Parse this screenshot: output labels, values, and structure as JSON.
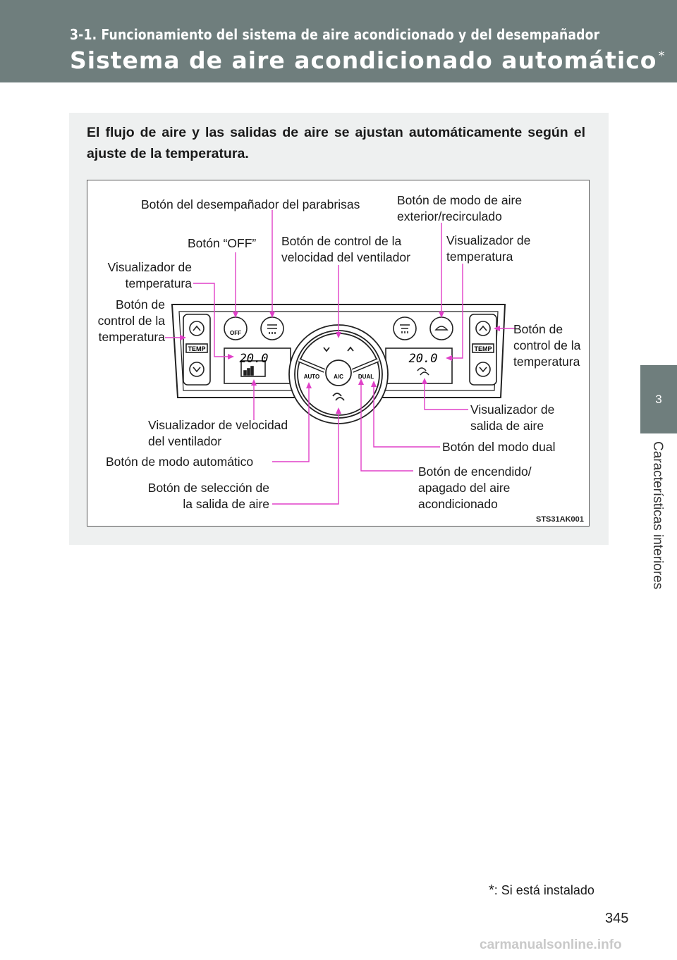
{
  "header": {
    "section": "3-1. Funcionamiento del sistema de aire acondicionado y del desempañador",
    "title": "Sistema de aire acondicionado automático",
    "title_mark": "*"
  },
  "side": {
    "chapter_number": "3",
    "chapter_label": "Características interiores"
  },
  "intro": {
    "text": "El flujo de aire y las salidas de aire se ajustan automáticamente según el ajuste de la temperatura."
  },
  "figure": {
    "code": "STS31AK001",
    "labels": {
      "defroster": "Botón del desempañador del parabrisas",
      "recirc_1": "Botón de modo de aire",
      "recirc_2": "exterior/recirculado",
      "off": "Botón “OFF”",
      "fan_1": "Botón de control de la",
      "fan_2": "velocidad del ventilador",
      "temp_disp_r_1": "Visualizador de",
      "temp_disp_r_2": "temperatura",
      "temp_disp_l_1": "Visualizador de",
      "temp_disp_l_2": "temperatura",
      "temp_btn_l_1": "Botón de",
      "temp_btn_l_2": "control de la",
      "temp_btn_l_3": "temperatura",
      "temp_btn_r_1": "Botón de",
      "temp_btn_r_2": "control de la",
      "temp_btn_r_3": "temperatura",
      "fan_disp_1": "Visualizador de velocidad",
      "fan_disp_2": "del ventilador",
      "outlet_disp_1": "Visualizador de",
      "outlet_disp_2": "salida de aire",
      "dual": "Botón del modo dual",
      "auto": "Botón de modo automático",
      "ac_1": "Botón de encendido/",
      "ac_2": "apagado del aire",
      "ac_3": "acondicionado",
      "outlet_sel_1": "Botón de selección de",
      "outlet_sel_2": "la salida de aire"
    },
    "panel": {
      "temp_label": "TEMP",
      "temp_left": "20.0",
      "temp_right": "20.0",
      "off_label": "OFF",
      "auto_label": "AUTO",
      "ac_label": "A/C",
      "dual_label": "DUAL"
    },
    "colors": {
      "leader": "#e040c8",
      "panel": "#222222"
    }
  },
  "footnote": {
    "mark": "*",
    "text": ": Si está instalado"
  },
  "page_number": "345",
  "watermark": "carmanualsonline.info"
}
